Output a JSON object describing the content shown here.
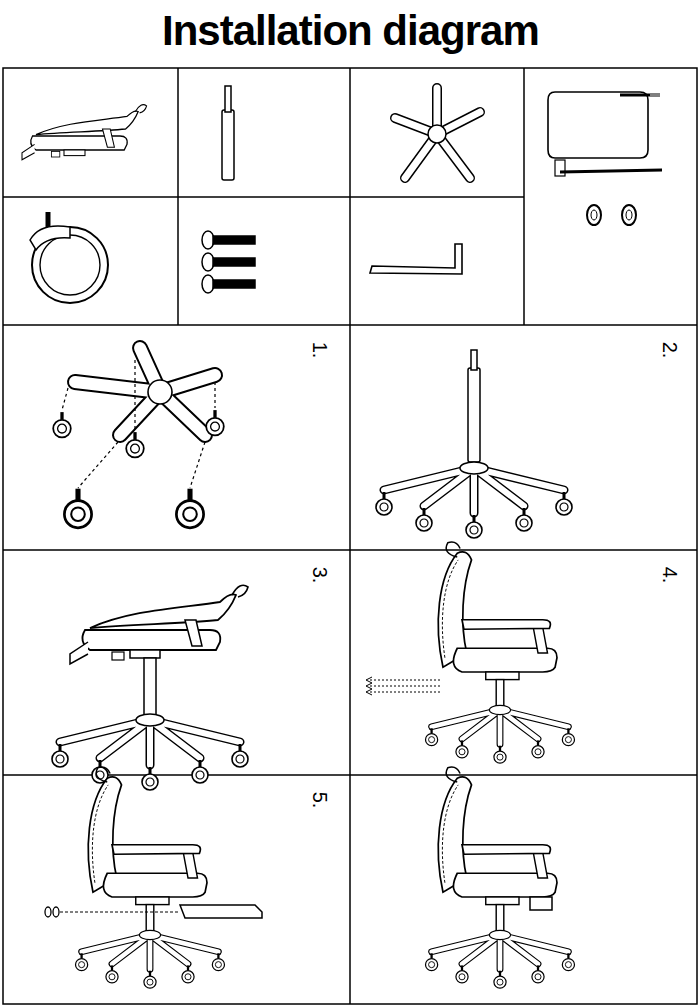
{
  "diagram": {
    "title": "Installation diagram",
    "labels": [
      "1.",
      "2.",
      "3.",
      "4.",
      "5."
    ]
  }
}
